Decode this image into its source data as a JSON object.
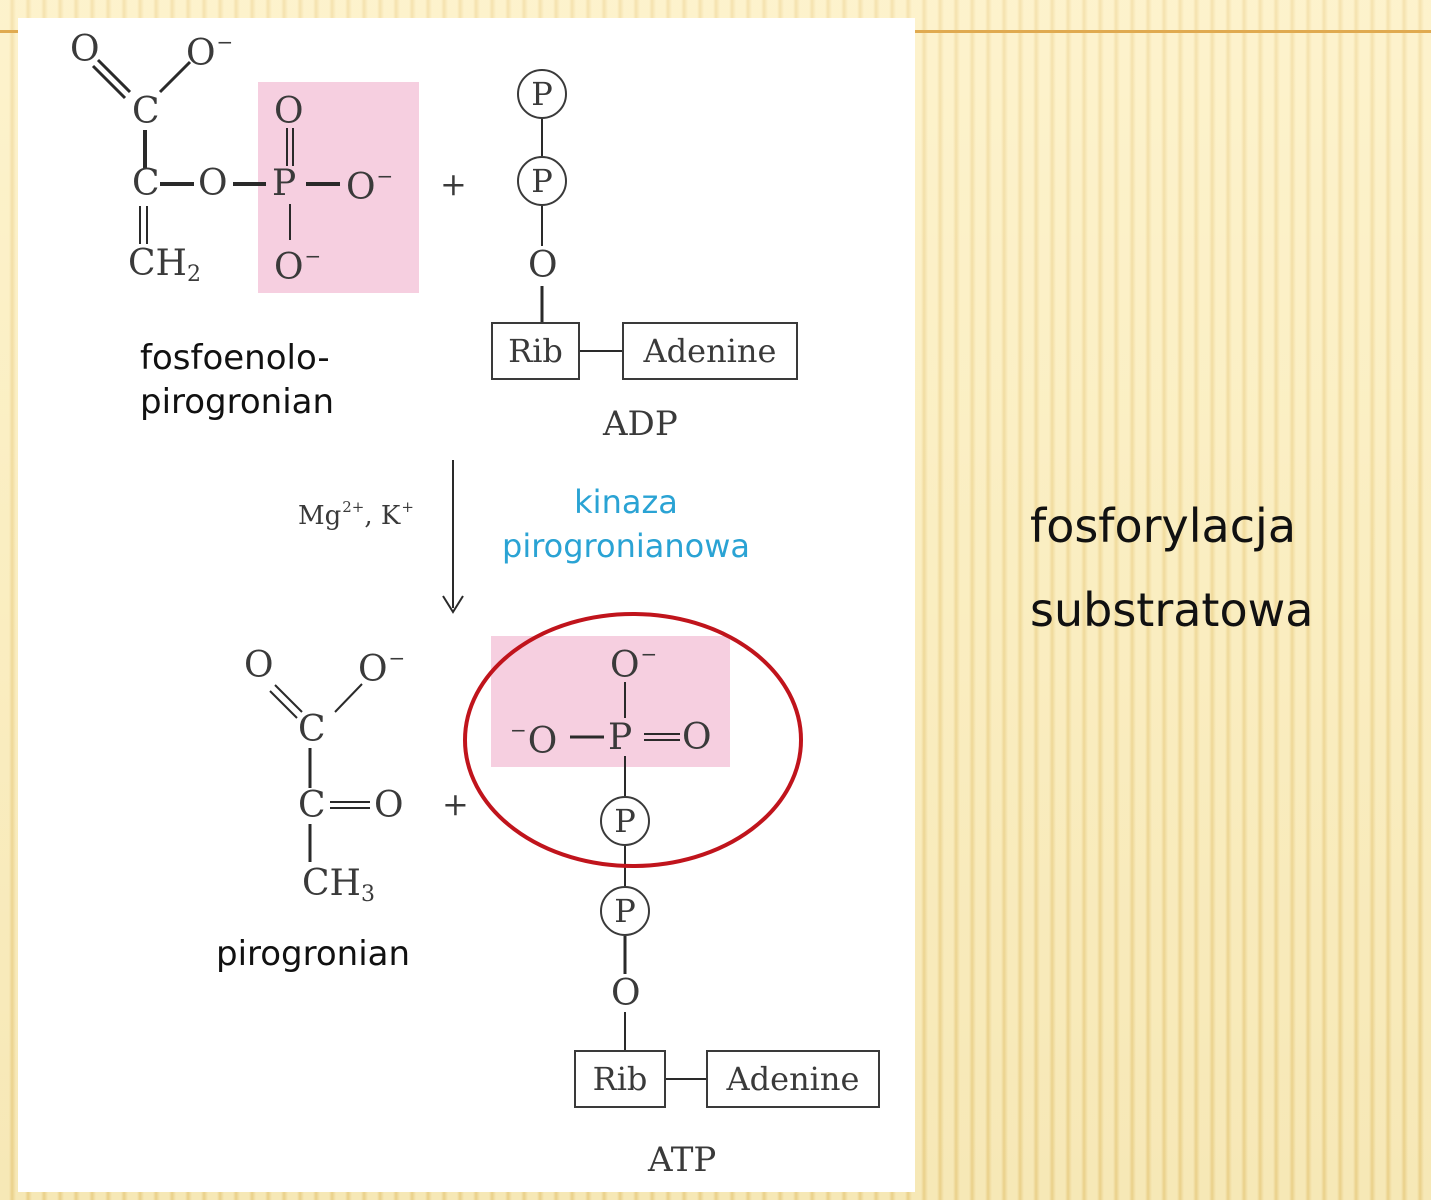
{
  "slide": {
    "side_title_line1": "fosforylacja",
    "side_title_line2": "substratowa",
    "colors": {
      "background": "#f3dea0",
      "rule": "#e0aa50",
      "highlight": "#f6cfe0",
      "enzyme_text": "#2aa3d4",
      "circle": "#c0141c"
    }
  },
  "reaction": {
    "reactant1": {
      "name_line1": "fosfoenolo-",
      "name_line2": "pirogronian",
      "atoms": {
        "o_top_left": "O",
        "o_top_right": "O",
        "c_carboxyl": "C",
        "c_enol": "C",
        "o_bridge": "O",
        "p": "P",
        "o_p_top": "O",
        "o_p_right": "O",
        "o_p_bottom": "O",
        "ch2": "CH",
        "ch2_sub": "2",
        "minus": "−"
      }
    },
    "plus": "+",
    "reactant2": {
      "name": "ADP",
      "phosphate_1": "P",
      "phosphate_2": "P",
      "oxygen": "O",
      "ribose": "Rib",
      "base": "Adenine"
    },
    "conditions": {
      "cofactors": "Mg",
      "cofactors_sup1": "2+",
      "cofactors_sep": ", K",
      "cofactors_sup2": "+",
      "enzyme_line1": "kinaza",
      "enzyme_line2": "pirogronianowa"
    },
    "product1": {
      "name": "pirogronian",
      "atoms": {
        "o_top_left": "O",
        "o_top_right": "O",
        "c_carboxyl": "C",
        "c_keto": "C",
        "o_keto": "O",
        "ch3": "CH",
        "ch3_sub": "3",
        "minus": "−"
      }
    },
    "product2": {
      "name": "ATP",
      "terminal_phosphate": {
        "o_top": "O",
        "o_left": "O",
        "p": "P",
        "o_right": "O",
        "minus": "−"
      },
      "phosphate_1": "P",
      "phosphate_2": "P",
      "oxygen": "O",
      "ribose": "Rib",
      "base": "Adenine"
    }
  }
}
